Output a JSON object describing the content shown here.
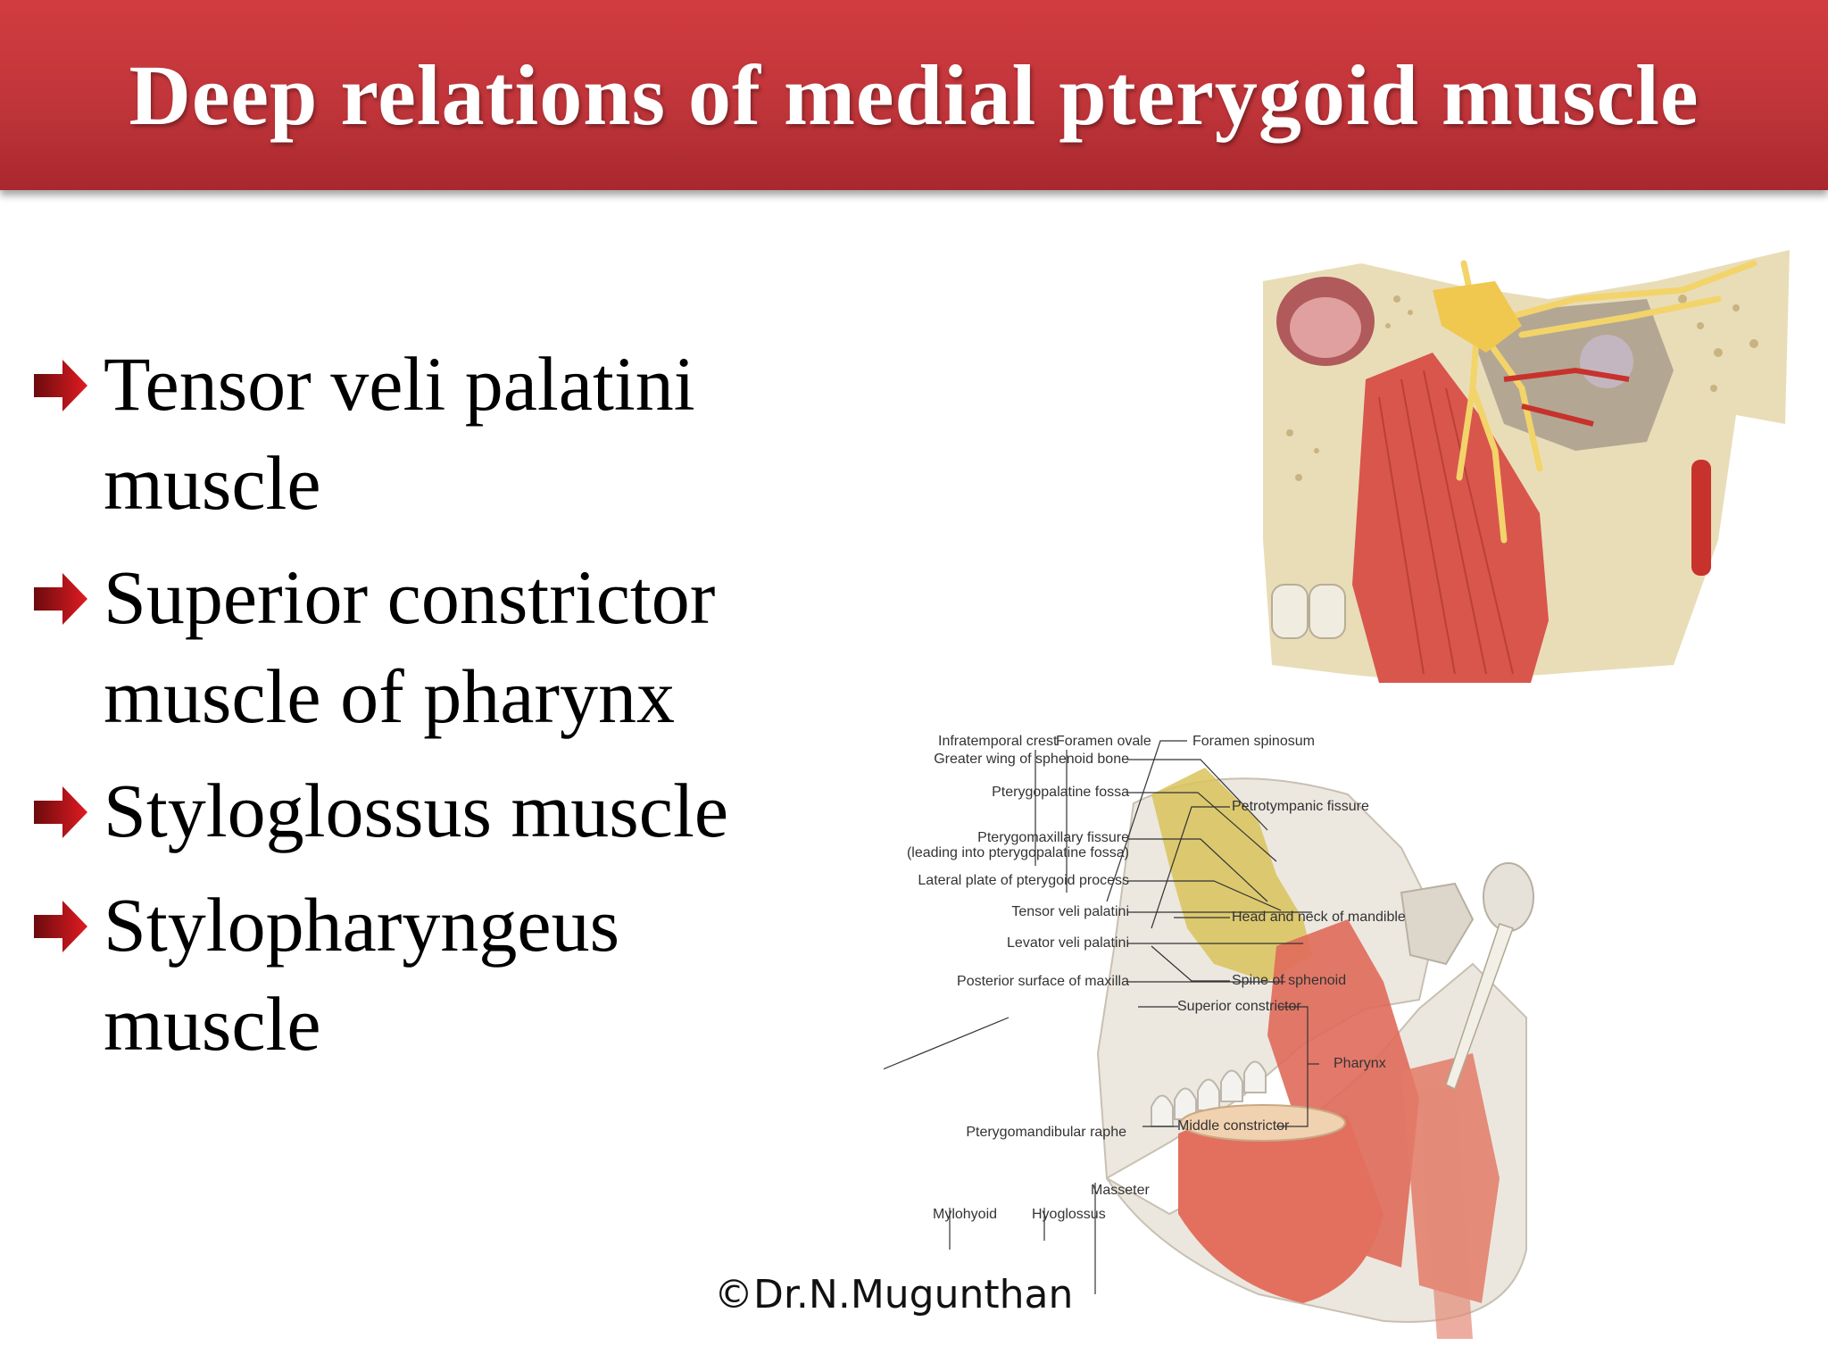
{
  "slide": {
    "title": "Deep relations of medial pterygoid muscle",
    "bullets": [
      {
        "line1": "Tensor veli palatini",
        "line2": "muscle"
      },
      {
        "line1": "Superior constrictor",
        "line2": "muscle of pharynx"
      },
      {
        "line1": "Styloglossus muscle",
        "line2": ""
      },
      {
        "line1": "Stylopharyngeus",
        "line2": "muscle"
      }
    ],
    "copyright": "©Dr.N.Mugunthan"
  },
  "figure_labels": {
    "infratemporal_crest": "Infratemporal crest",
    "foramen_ovale": "Foramen ovale",
    "foramen_spinosum": "Foramen spinosum",
    "greater_wing": "Greater wing of sphenoid bone",
    "pterygopalatine_fossa": "Pterygopalatine fossa",
    "pterygomaxillary_fissure": "Pterygomaxillary fissure",
    "pterygomaxillary_fissure_sub": "(leading into pterygopalatine fossa)",
    "lateral_plate": "Lateral plate of pterygoid process",
    "tensor_veli": "Tensor veli palatini",
    "levator_veli": "Levator veli palatini",
    "posterior_maxilla": "Posterior surface of maxilla",
    "petrotympanic": "Petrotympanic fissure",
    "head_neck_mandible": "Head and neck of mandible",
    "spine_sphenoid": "Spine of sphenoid",
    "superior_constrictor": "Superior constrictor",
    "pharynx": "Pharynx",
    "middle_constrictor": "Middle constrictor",
    "pterygomandibular_raphe": "Pterygomandibular raphe",
    "masseter": "Masseter",
    "mylohyoid": "Mylohyoid",
    "hyoglossus": "Hyoglossus"
  },
  "colors": {
    "title_red": "#c0353a",
    "bullet_red": "#d7191f",
    "bone": "#e9ddb8",
    "muscle": "#d8564c",
    "nerve": "#f2d46a"
  }
}
